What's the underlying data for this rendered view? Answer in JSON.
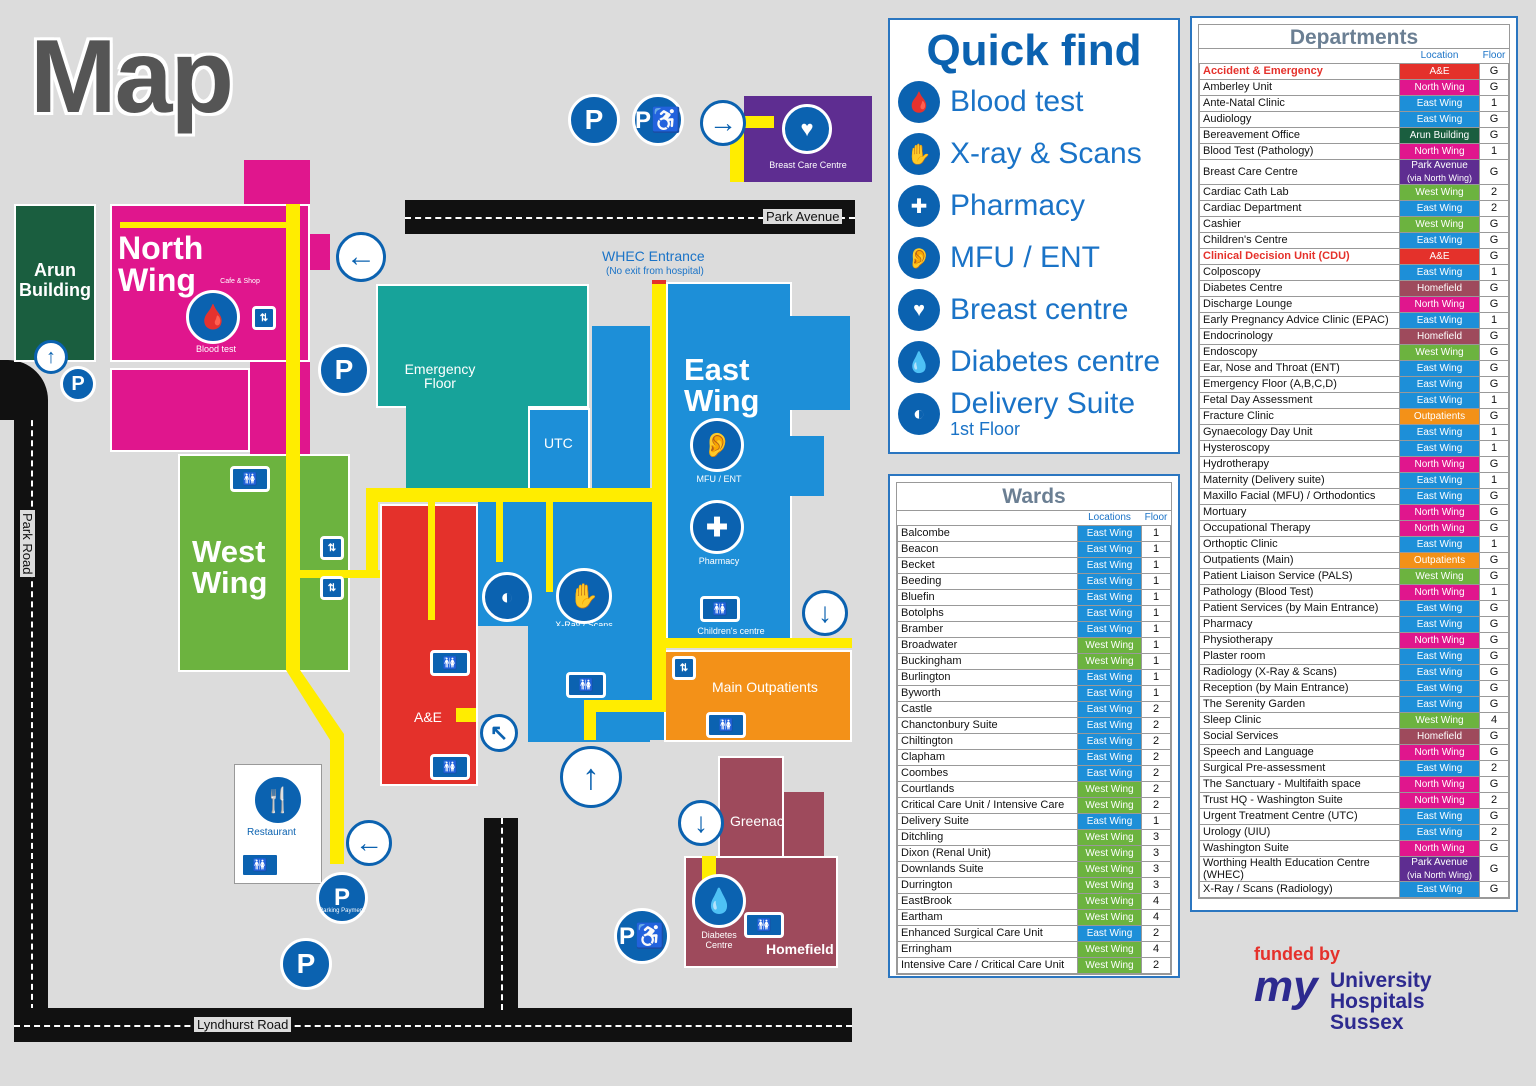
{
  "map_title": "Map",
  "roads": {
    "park_avenue": "Park Avenue",
    "park_road": "Park Road",
    "lyndhurst_road": "Lyndhurst Road"
  },
  "buildings": {
    "arun": "Arun Building",
    "north_wing": "North Wing",
    "west_wing": "West Wing",
    "east_wing": "East Wing",
    "emergency_floor": "Emergency Floor",
    "utc": "UTC",
    "ae": "A&E",
    "main_outpatients": "Main Outpatients",
    "greenacres": "Greenacres",
    "homefield": "Homefield",
    "restaurant": "Restaurant",
    "breast_care": "Breast Care Centre",
    "whec_entrance": "WHEC Entrance",
    "whec_note": "(No exit from hospital)"
  },
  "map_icon_labels": {
    "blood_test": "Blood test",
    "cafe_shop": "Cafe & Shop",
    "mfu_ent": "MFU / ENT",
    "pharmacy": "Pharmacy",
    "childrens_centre": "Children's centre",
    "xray_scans": "X-Ray / Scans",
    "diabetes_centre": "Diabetes Centre",
    "parking_payment": "Parking Payment",
    "toilets": "Toilets",
    "lift": "Lift"
  },
  "quick_find": {
    "title": "Quick find",
    "items": [
      {
        "label": "Blood test",
        "icon": "blood-test-icon",
        "glyph": "🩸"
      },
      {
        "label": "X-ray & Scans",
        "icon": "xray-icon",
        "glyph": "✋"
      },
      {
        "label": "Pharmacy",
        "icon": "pharmacy-icon",
        "glyph": "✚"
      },
      {
        "label": "MFU / ENT",
        "icon": "ear-icon",
        "glyph": "👂"
      },
      {
        "label": "Breast centre",
        "icon": "breast-centre-icon",
        "glyph": "♥"
      },
      {
        "label": "Diabetes centre",
        "icon": "diabetes-icon",
        "glyph": "💧"
      },
      {
        "label": "Delivery Suite",
        "sub": "1st Floor",
        "icon": "delivery-icon",
        "glyph": "◐"
      }
    ]
  },
  "colors": {
    "east": "#1d8fd8",
    "west": "#6cb33f",
    "north": "#e0168d",
    "ae": "#e4312b",
    "arun": "#1a5e3f",
    "outpatients": "#f39118",
    "homefield": "#9e4a5c",
    "park": "#5e2d91",
    "accent": "#0b62b0",
    "path": "#ffed00"
  },
  "wards": {
    "title": "Wards",
    "col_location": "Locations",
    "col_floor": "Floor",
    "rows": [
      [
        "Balcombe",
        "East Wing",
        "1"
      ],
      [
        "Beacon",
        "East Wing",
        "1"
      ],
      [
        "Becket",
        "East Wing",
        "1"
      ],
      [
        "Beeding",
        "East Wing",
        "1"
      ],
      [
        "Bluefin",
        "East Wing",
        "1"
      ],
      [
        "Botolphs",
        "East Wing",
        "1"
      ],
      [
        "Bramber",
        "East Wing",
        "1"
      ],
      [
        "Broadwater",
        "West Wing",
        "1"
      ],
      [
        "Buckingham",
        "West Wing",
        "1"
      ],
      [
        "Burlington",
        "East Wing",
        "1"
      ],
      [
        "Byworth",
        "East Wing",
        "1"
      ],
      [
        "Castle",
        "East Wing",
        "2"
      ],
      [
        "Chanctonbury Suite",
        "East Wing",
        "2"
      ],
      [
        "Chiltington",
        "East Wing",
        "2"
      ],
      [
        "Clapham",
        "East Wing",
        "2"
      ],
      [
        "Coombes",
        "East Wing",
        "2"
      ],
      [
        "Courtlands",
        "West Wing",
        "2"
      ],
      [
        "Critical Care Unit / Intensive Care",
        "West Wing",
        "2"
      ],
      [
        "Delivery Suite",
        "East Wing",
        "1"
      ],
      [
        "Ditchling",
        "West Wing",
        "3"
      ],
      [
        "Dixon (Renal Unit)",
        "West Wing",
        "3"
      ],
      [
        "Downlands Suite",
        "West Wing",
        "3"
      ],
      [
        "Durrington",
        "West Wing",
        "3"
      ],
      [
        "EastBrook",
        "West Wing",
        "4"
      ],
      [
        "Eartham",
        "West Wing",
        "4"
      ],
      [
        "Enhanced Surgical Care Unit",
        "East Wing",
        "2"
      ],
      [
        "Erringham",
        "West Wing",
        "4"
      ],
      [
        "Intensive Care / Critical Care Unit",
        "West Wing",
        "2"
      ]
    ]
  },
  "departments": {
    "title": "Departments",
    "col_location": "Location",
    "col_floor": "Floor",
    "rows": [
      [
        "Accident & Emergency",
        "A&E",
        "G",
        "",
        "red"
      ],
      [
        "Amberley Unit",
        "North Wing",
        "G"
      ],
      [
        "Ante-Natal Clinic",
        "East Wing",
        "1"
      ],
      [
        "Audiology",
        "East Wing",
        "G"
      ],
      [
        "Bereavement Office",
        "Arun Building",
        "G"
      ],
      [
        "Blood Test (Pathology)",
        "North Wing",
        "1"
      ],
      [
        "Breast Care Centre",
        "Park Avenue",
        "G",
        "(via North Wing)"
      ],
      [
        "Cardiac Cath Lab",
        "West Wing",
        "2"
      ],
      [
        "Cardiac Department",
        "East Wing",
        "2"
      ],
      [
        "Cashier",
        "West Wing",
        "G"
      ],
      [
        "Children's Centre",
        "East Wing",
        "G"
      ],
      [
        "Clinical Decision Unit (CDU)",
        "A&E",
        "G",
        "",
        "red"
      ],
      [
        "Colposcopy",
        "East Wing",
        "1"
      ],
      [
        "Diabetes Centre",
        "Homefield",
        "G"
      ],
      [
        "Discharge Lounge",
        "North Wing",
        "G"
      ],
      [
        "Early Pregnancy Advice Clinic (EPAC)",
        "East Wing",
        "1"
      ],
      [
        "Endocrinology",
        "Homefield",
        "G"
      ],
      [
        "Endoscopy",
        "West Wing",
        "G"
      ],
      [
        "Ear, Nose and Throat (ENT)",
        "East Wing",
        "G"
      ],
      [
        "Emergency Floor (A,B,C,D)",
        "East Wing",
        "G"
      ],
      [
        "Fetal Day Assessment",
        "East Wing",
        "1"
      ],
      [
        "Fracture Clinic",
        "Outpatients",
        "G"
      ],
      [
        "Gynaecology Day Unit",
        "East Wing",
        "1"
      ],
      [
        "Hysteroscopy",
        "East Wing",
        "1"
      ],
      [
        "Hydrotherapy",
        "North Wing",
        "G"
      ],
      [
        "Maternity (Delivery suite)",
        "East Wing",
        "1"
      ],
      [
        "Maxillo Facial (MFU) / Orthodontics",
        "East Wing",
        "G"
      ],
      [
        "Mortuary",
        "North Wing",
        "G"
      ],
      [
        "Occupational Therapy",
        "North Wing",
        "G"
      ],
      [
        "Orthoptic Clinic",
        "East Wing",
        "1"
      ],
      [
        "Outpatients (Main)",
        "Outpatients",
        "G"
      ],
      [
        "Patient Liaison Service (PALS)",
        "West Wing",
        "G"
      ],
      [
        "Pathology (Blood Test)",
        "North Wing",
        "1"
      ],
      [
        "Patient Services (by Main Entrance)",
        "East Wing",
        "G"
      ],
      [
        "Pharmacy",
        "East Wing",
        "G"
      ],
      [
        "Physiotherapy",
        "North Wing",
        "G"
      ],
      [
        "Plaster room",
        "East Wing",
        "G"
      ],
      [
        "Radiology (X-Ray & Scans)",
        "East Wing",
        "G"
      ],
      [
        "Reception (by Main Entrance)",
        "East Wing",
        "G"
      ],
      [
        "The Serenity Garden",
        "East Wing",
        "G"
      ],
      [
        "Sleep Clinic",
        "West Wing",
        "4"
      ],
      [
        "Social Services",
        "Homefield",
        "G"
      ],
      [
        "Speech and Language",
        "North Wing",
        "G"
      ],
      [
        "Surgical Pre-assessment",
        "East Wing",
        "2"
      ],
      [
        "The Sanctuary - Multifaith space",
        "North Wing",
        "G"
      ],
      [
        "Trust HQ - Washington Suite",
        "North Wing",
        "2"
      ],
      [
        "Urgent Treatment Centre (UTC)",
        "East Wing",
        "G"
      ],
      [
        "Urology (UIU)",
        "East Wing",
        "2"
      ],
      [
        "Washington Suite",
        "North Wing",
        "G"
      ],
      [
        "Worthing Health Education Centre",
        "Park Avenue",
        "G",
        "(via North Wing)",
        "",
        "(WHEC)"
      ],
      [
        "X-Ray / Scans (Radiology)",
        "East Wing",
        "G"
      ]
    ]
  },
  "funder": {
    "funded_by": "funded by",
    "my": "my",
    "name_lines": [
      "University",
      "Hospitals",
      "Sussex"
    ]
  }
}
